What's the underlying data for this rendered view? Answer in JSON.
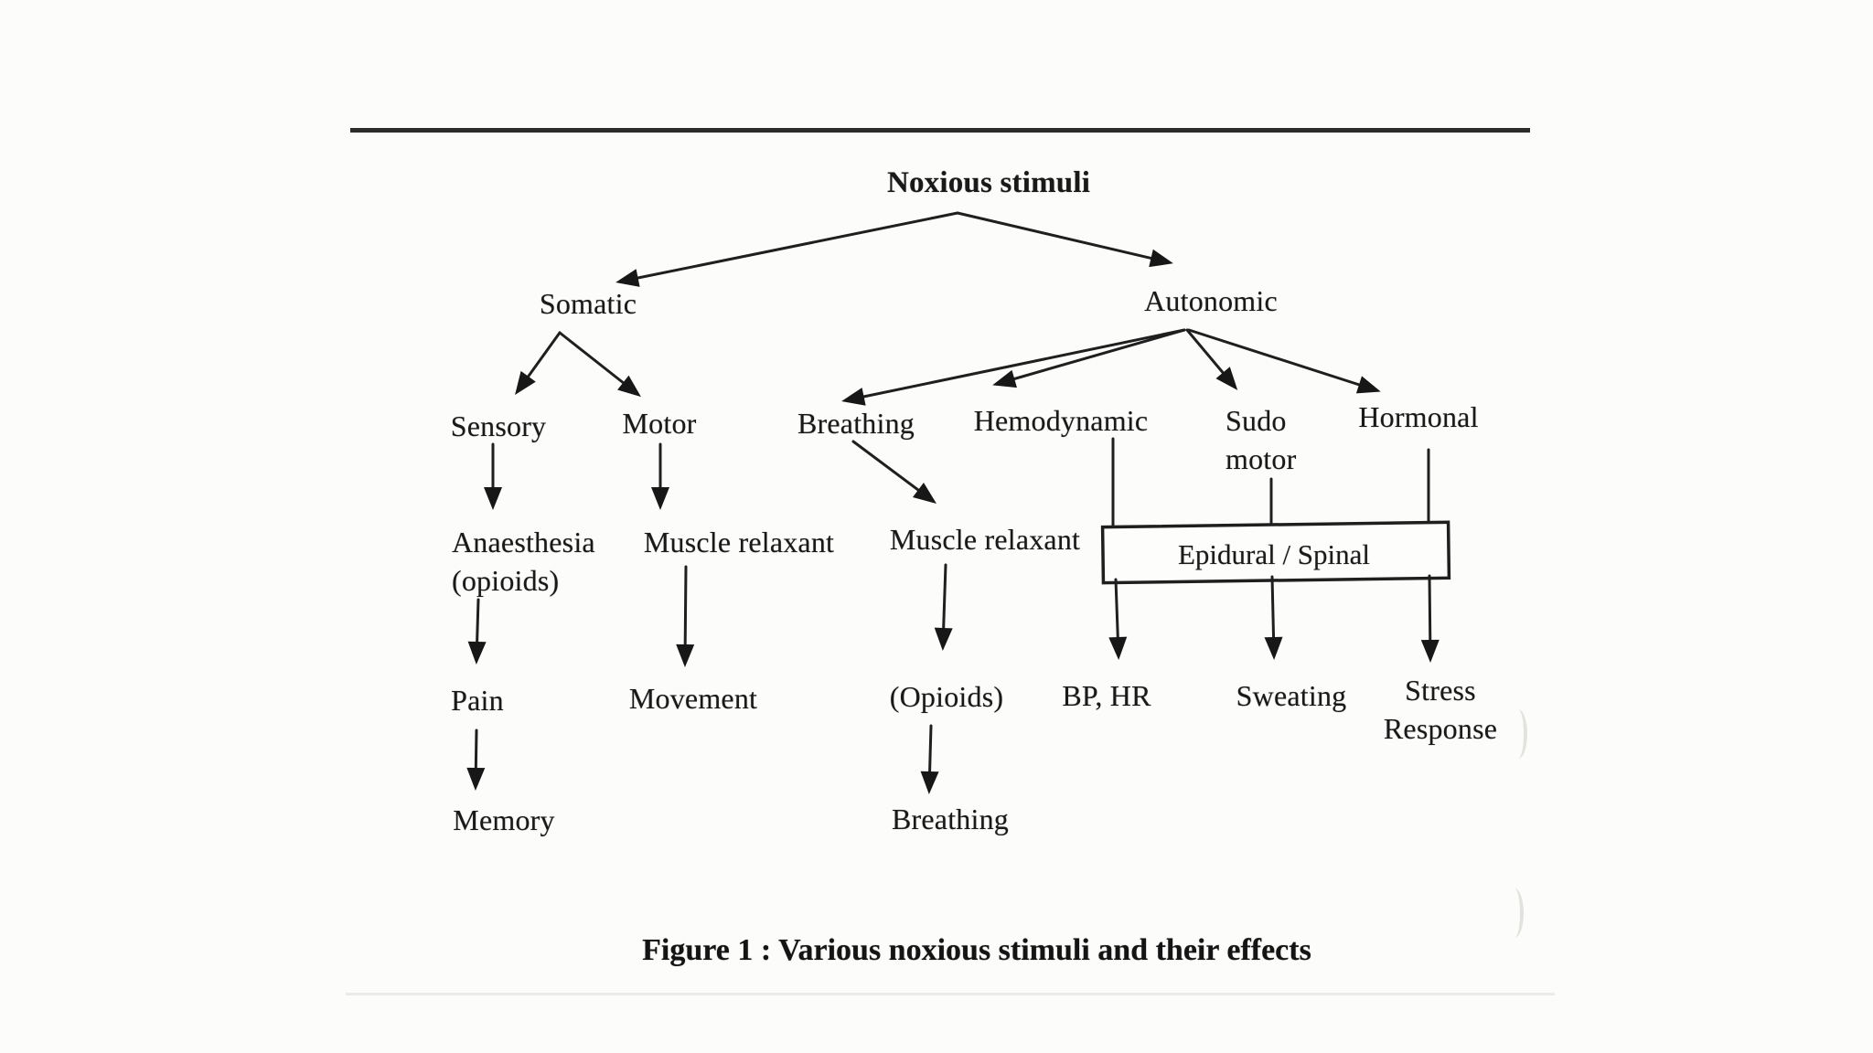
{
  "figure": {
    "root": "Noxious stimuli",
    "caption": "Figure 1 : Various noxious stimuli and their effects",
    "nodes": {
      "somatic": "Somatic",
      "autonomic": "Autonomic",
      "sensory": "Sensory",
      "motor": "Motor",
      "breathing": "Breathing",
      "hemodynamic": "Hemodynamic",
      "sudo_motor": "Sudo\nmotor",
      "hormonal": "Hormonal",
      "anaesthesia_opioids": "Anaesthesia\n(opioids)",
      "muscle_relaxant_somatic": "Muscle relaxant",
      "muscle_relaxant_breathing": "Muscle relaxant",
      "epidural_spinal": "Epidural / Spinal",
      "pain": "Pain",
      "movement": "Movement",
      "opioids": "(Opioids)",
      "bp_hr": "BP, HR",
      "sweating": "Sweating",
      "stress_response": "Stress\nResponse",
      "memory": "Memory",
      "breathing_effect": "Breathing"
    },
    "edges": [
      [
        "Noxious stimuli",
        "Somatic"
      ],
      [
        "Noxious stimuli",
        "Autonomic"
      ],
      [
        "Somatic",
        "Sensory"
      ],
      [
        "Somatic",
        "Motor"
      ],
      [
        "Sensory",
        "Anaesthesia (opioids)"
      ],
      [
        "Anaesthesia (opioids)",
        "Pain"
      ],
      [
        "Pain",
        "Memory"
      ],
      [
        "Motor",
        "Muscle relaxant"
      ],
      [
        "Muscle relaxant",
        "Movement"
      ],
      [
        "Autonomic",
        "Breathing"
      ],
      [
        "Autonomic",
        "Hemodynamic"
      ],
      [
        "Autonomic",
        "Sudo motor"
      ],
      [
        "Autonomic",
        "Hormonal"
      ],
      [
        "Breathing",
        "Muscle relaxant"
      ],
      [
        "Muscle relaxant",
        "(Opioids)"
      ],
      [
        "(Opioids)",
        "Breathing"
      ],
      [
        "Hemodynamic",
        "Epidural / Spinal"
      ],
      [
        "Sudo motor",
        "Epidural / Spinal"
      ],
      [
        "Hormonal",
        "Epidural / Spinal"
      ],
      [
        "Epidural / Spinal",
        "BP, HR"
      ],
      [
        "Epidural / Spinal",
        "Sweating"
      ],
      [
        "Epidural / Spinal",
        "Stress Response"
      ]
    ],
    "colors": {
      "ink": "#1f1f1f",
      "top_rule": "#2c2c2c",
      "paper": "#fcfcfb"
    }
  }
}
